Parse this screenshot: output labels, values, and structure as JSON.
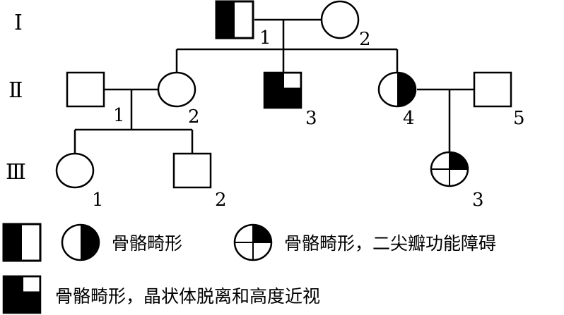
{
  "generations": [
    "Ⅰ",
    "Ⅱ",
    "Ⅲ"
  ],
  "individuals": {
    "I1": {
      "label": "1",
      "sex": "male",
      "phenotype": "skeletal-deformity"
    },
    "I2": {
      "label": "2",
      "sex": "female",
      "phenotype": "unaffected"
    },
    "II1": {
      "label": "1",
      "sex": "male",
      "phenotype": "unaffected"
    },
    "II2": {
      "label": "2",
      "sex": "female",
      "phenotype": "unaffected"
    },
    "II3": {
      "label": "3",
      "sex": "male",
      "phenotype": "skeletal-lens-myopia"
    },
    "II4": {
      "label": "4",
      "sex": "female",
      "phenotype": "skeletal-deformity"
    },
    "II5": {
      "label": "5",
      "sex": "male",
      "phenotype": "unaffected"
    },
    "III1": {
      "label": "1",
      "sex": "female",
      "phenotype": "unaffected"
    },
    "III2": {
      "label": "2",
      "sex": "male",
      "phenotype": "unaffected"
    },
    "III3": {
      "label": "3",
      "sex": "female",
      "phenotype": "skeletal-mitral"
    }
  },
  "legend": {
    "item1": "骨骼畸形",
    "item2": "骨骼畸形，二尖瓣功能障碍",
    "item3": "骨骼畸形，晶状体脱离和高度近视"
  },
  "colors": {
    "stroke": "#000000",
    "fill": "#000000",
    "background": "#ffffff"
  }
}
